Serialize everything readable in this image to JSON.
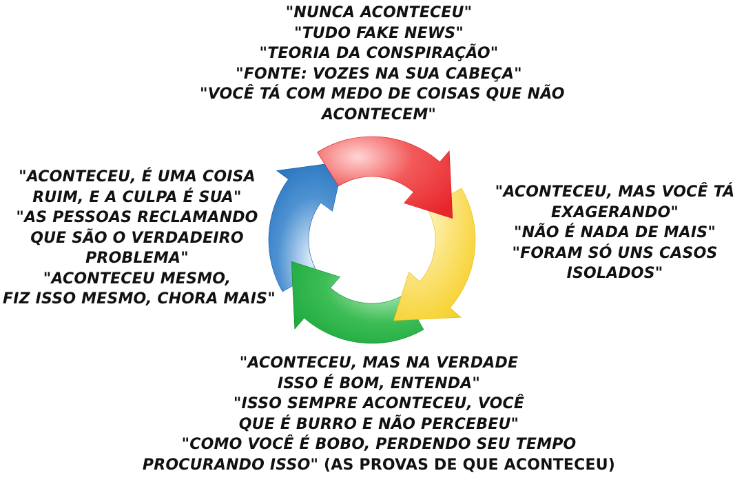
{
  "top": {
    "lines": [
      "\"NUNCA ACONTECEU\"",
      "\"TUDO FAKE NEWS\"",
      "\"TEORIA DA CONSPIRAÇÃO\"",
      "\"FONTE: VOZES NA SUA CABEÇA\"",
      "\"VOCÊ TÁ COM MEDO DE COISAS QUE NÃO",
      "ACONTECEM\""
    ]
  },
  "right": {
    "lines": [
      "\"ACONTECEU, MAS VOCÊ TÁ",
      "EXAGERANDO\"",
      "\"NÃO É NADA DE MAIS\"",
      "\"FORAM SÓ UNS CASOS",
      "ISOLADOS\""
    ]
  },
  "bottom": {
    "lines": [
      "\"ACONTECEU, MAS NA VERDADE",
      "ISSO É BOM, ENTENDA\"",
      "\"ISSO SEMPRE ACONTECEU, VOCÊ",
      "QUE É BURRO E NÃO PERCEBEU\"",
      "\"COMO VOCÊ É BOBO, PERDENDO SEU TEMPO"
    ],
    "last_line_italic": "PROCURANDO ISSO\"",
    "last_line_note": " (AS PROVAS DE QUE ACONTECEU)"
  },
  "left": {
    "lines": [
      "\"ACONTECEU, É UMA COISA",
      "RUIM, E A CULPA É SUA\"",
      "\"AS PESSOAS RECLAMANDO",
      "QUE SÃO O VERDADEIRO",
      "PROBLEMA\"",
      "\"ACONTECEU MESMO,",
      "FIZ ISSO MESMO, CHORA MAIS\""
    ]
  },
  "cycle": {
    "colors": {
      "red": "#e8262c",
      "yellow": "#f6cf22",
      "green": "#15a538",
      "blue": "#1669b9"
    },
    "arrow_order": [
      "red",
      "yellow",
      "green",
      "blue"
    ],
    "direction": "clockwise"
  }
}
